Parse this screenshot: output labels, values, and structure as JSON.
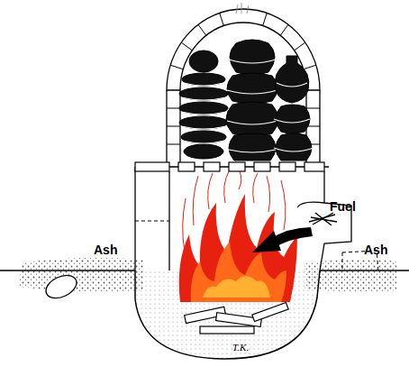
{
  "diagram": {
    "labels": [
      "Fuel",
      "Ash",
      "Ash",
      "T.K."
    ]
  }
}
